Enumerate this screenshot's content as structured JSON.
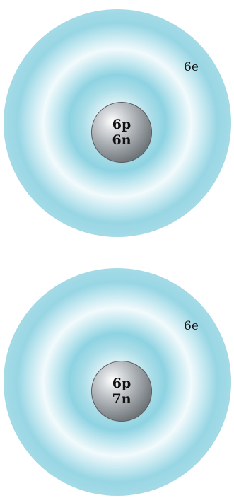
{
  "atoms": [
    {
      "protons": "6p",
      "neutrons": "6n",
      "electrons": "6e",
      "electron_charge": "−"
    },
    {
      "protons": "6p",
      "neutrons": "7n",
      "electrons": "6e",
      "electron_charge": "−"
    }
  ],
  "colors": {
    "electron_cloud": "#8ed3e2",
    "nucleus": "#8a8f94"
  }
}
